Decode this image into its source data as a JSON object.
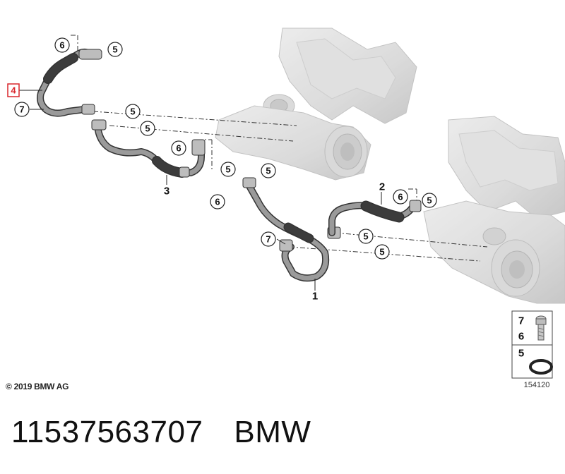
{
  "callouts": {
    "c6a": "6",
    "c5a": "5",
    "c4": "4",
    "c7a": "7",
    "c5b": "5",
    "c5c": "5",
    "c6b": "6",
    "c5d": "5",
    "c3": "3",
    "c5e": "5",
    "c6c": "6",
    "c2": "2",
    "c6d": "6",
    "c5f": "5",
    "c7b": "7",
    "c5g": "5",
    "c5h": "5",
    "c1": "1"
  },
  "legend": {
    "top_labels": [
      "7",
      "6"
    ],
    "bottom_label": "5",
    "diagram_id": "154120"
  },
  "footer": {
    "copyright": "© 2019 BMW AG",
    "part_number": "11537563707",
    "brand": "BMW"
  },
  "colors": {
    "hose_dark": "#3a3a3a",
    "hose_mid": "#8a8a8a",
    "turbo_gray": "#c8c8c8",
    "highlight_red": "#d9262c"
  }
}
